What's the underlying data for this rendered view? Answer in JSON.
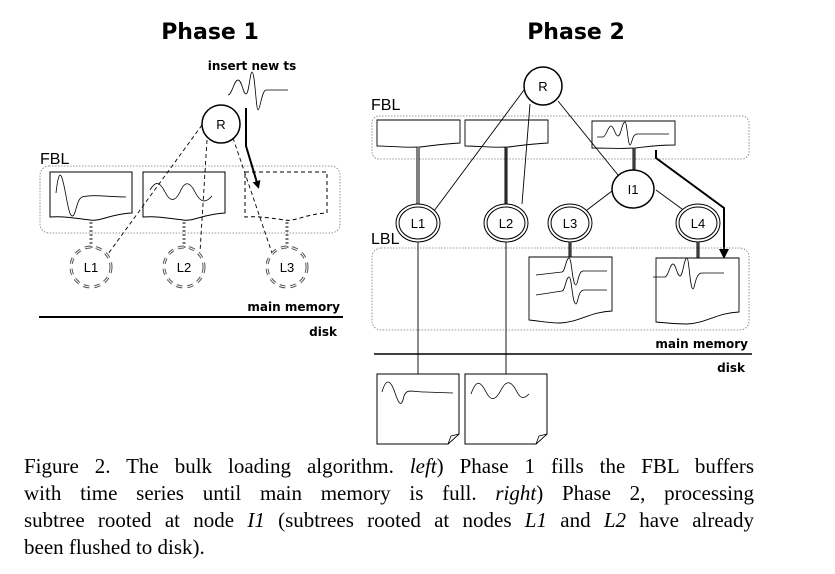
{
  "phase1": {
    "title": "Phase 1",
    "insert_label": "insert new ts",
    "fbl_label": "FBL",
    "root_label": "R",
    "leaves": [
      "L1",
      "L2",
      "L3"
    ],
    "main_memory_label": "main memory",
    "disk_label": "disk"
  },
  "phase2": {
    "title": "Phase 2",
    "fbl_label": "FBL",
    "lbl_label": "LBL",
    "root_label": "R",
    "internal_label": "I1",
    "leaves": [
      "L1",
      "L2",
      "L3",
      "L4"
    ],
    "main_memory_label": "main memory",
    "disk_label": "disk"
  },
  "caption": {
    "lines": [
      [
        {
          "t": "Figure 2. The bulk loading algorithm. "
        },
        {
          "t": "left",
          "i": true
        },
        {
          "t": ") Phase 1 fills the FBL buffers"
        }
      ],
      [
        {
          "t": "with time series until main memory is full. "
        },
        {
          "t": "right",
          "i": true
        },
        {
          "t": ") Phase 2, processing"
        }
      ],
      [
        {
          "t": "subtree rooted at node "
        },
        {
          "t": "I1",
          "i": true
        },
        {
          "t": " (subtrees rooted at nodes "
        },
        {
          "t": "L1",
          "i": true
        },
        {
          "t": " and "
        },
        {
          "t": "L2",
          "i": true
        },
        {
          "t": " have already"
        }
      ],
      [
        {
          "t": "been flushed to disk)."
        }
      ]
    ]
  }
}
